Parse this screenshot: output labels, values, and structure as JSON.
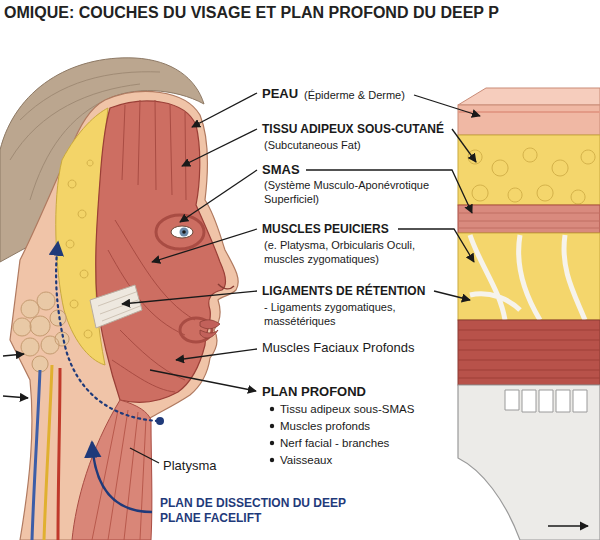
{
  "diagram": {
    "title": "OMIQUE: COUCHES DU VISAGE ET PLAN PROFOND DU DEEP P",
    "labels": [
      "PEAU",
      "(Épiderme & Derme)",
      "TISSU ADIPEUX SOUS-CUTANÉ",
      "(Subcutaneous Fat)",
      "SMAS",
      "(Système Musculo-Aponévrotique Superficiel)",
      "MUSCLES PEUICIERS",
      "(e. Platysma, Orbicularis Oculi, muscles zygomatiques)",
      "LIGAMENTS DE RÉTENTION",
      "- Ligaments zygomatiques, massétériques",
      "Muscles Faciaux Profonds",
      "PLAN PROFOND",
      "Tissu adipeux sous-SMAS",
      "Muscles profonds",
      "Nerf facial - branches",
      "Vaisseaux",
      "Platysma",
      "PLAN DE DISSECTION DU DEEP PLANE FACELIFT"
    ]
  }
}
